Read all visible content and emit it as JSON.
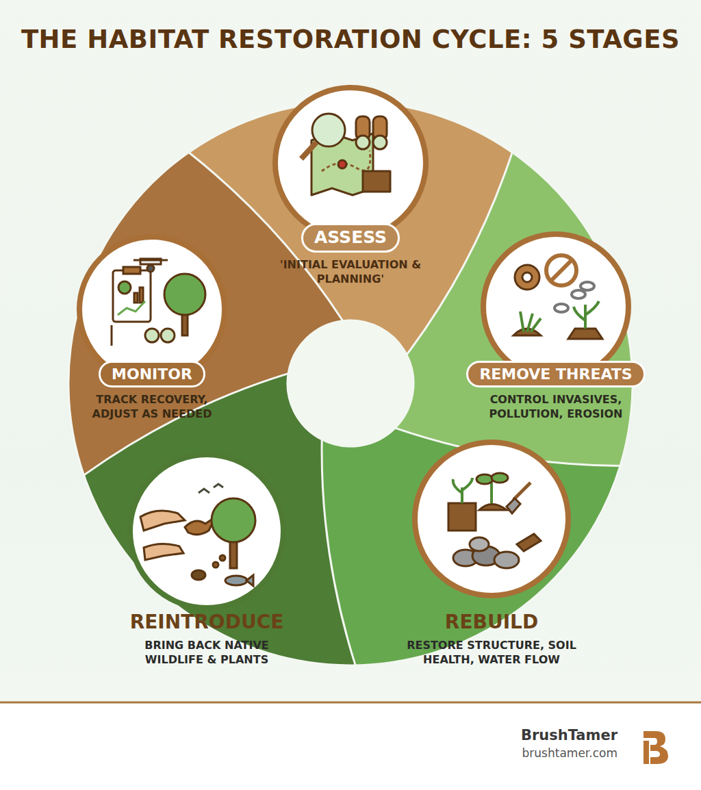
{
  "diagram": {
    "title": "THE HABITAT RESTORATION CYCLE: 5 STAGES",
    "nodes": [
      {
        "text": [
          "ASSESS",
          "'INITIAL EVALUATION & PLANNING'"
        ]
      },
      {
        "text": [
          "REMOVE THREATS",
          "CONTROL INVASIVES, POLLUTION, EROSION"
        ]
      },
      {
        "text": [
          "REBUILD",
          "RESTORE STRUCTURE, SOIL HEALTH, WATER FLOW"
        ]
      },
      {
        "text": [
          "REINTRODUCE",
          "BRING BACK NATIVE WILDLIFE & PLANTS"
        ]
      },
      {
        "text": [
          "MONITOR",
          "TRACK RECOVERY, ADJUST AS NEEDED"
        ]
      }
    ],
    "labels": [
      "BrushTamer",
      "brushtamer.com"
    ]
  }
}
